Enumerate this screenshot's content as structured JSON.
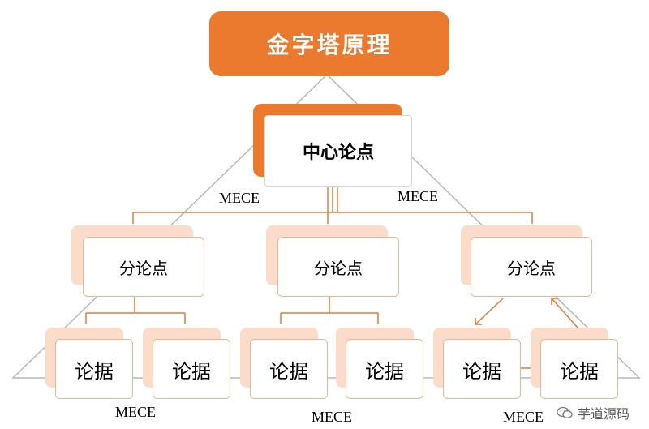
{
  "title": "金字塔原理",
  "center": "中心论点",
  "sub_points": [
    "分论点",
    "分论点",
    "分论点"
  ],
  "leaves": [
    "论据",
    "论据",
    "论据",
    "论据",
    "论据",
    "论据"
  ],
  "mece_labels": [
    "MECE",
    "MECE",
    "MECE",
    "MECE",
    "MECE"
  ],
  "watermark": "芋道源码",
  "colors": {
    "accent": "#ec7a2e",
    "shadow": "#fbdccb",
    "line": "#b7b7b7"
  }
}
